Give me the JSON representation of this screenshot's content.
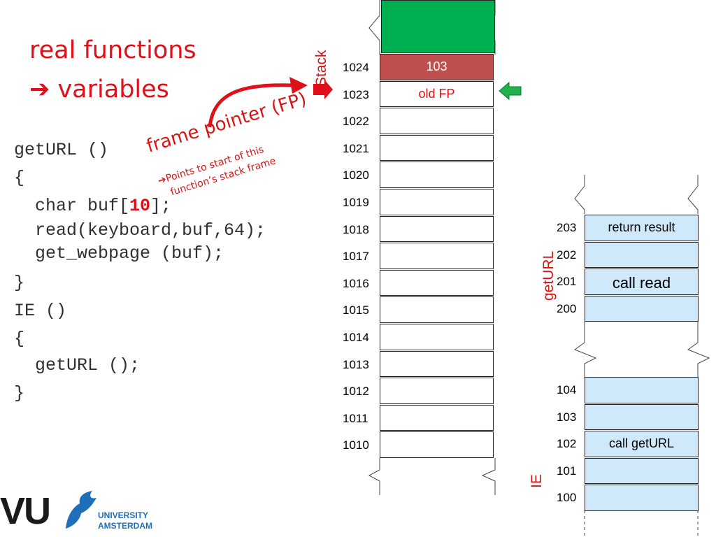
{
  "title": {
    "line1": "real functions",
    "line2": "variables"
  },
  "code": {
    "lines": [
      "getURL ()",
      "{",
      "  char buf[",
      "  read(keyboard,buf,64);",
      "  get_webpage (buf);",
      "}",
      "IE ()",
      "{",
      "  getURL ();",
      "}"
    ],
    "buf_size": "10",
    "buf_suffix": "];"
  },
  "annotation": {
    "frame_pointer": "frame pointer (FP)",
    "note_line1": "Points to start of  this",
    "note_line2": "function’s stack frame"
  },
  "stack": {
    "label": "Stack",
    "top_value": "103",
    "fp_value": "old FP",
    "addresses": [
      "1024",
      "1023",
      "1022",
      "1021",
      "1020",
      "1019",
      "1018",
      "1017",
      "1016",
      "1015",
      "1014",
      "1013",
      "1012",
      "1011",
      "1010"
    ]
  },
  "code_mem": {
    "geturl_label": "getURL",
    "ie_label": "IE",
    "geturl_rows": [
      {
        "addr": "203",
        "text": "return result"
      },
      {
        "addr": "202",
        "text": ""
      },
      {
        "addr": "201",
        "text": "call read"
      },
      {
        "addr": "200",
        "text": ""
      }
    ],
    "ie_rows": [
      {
        "addr": "104",
        "text": ""
      },
      {
        "addr": "103",
        "text": ""
      },
      {
        "addr": "102",
        "text": "call getURL"
      },
      {
        "addr": "101",
        "text": ""
      },
      {
        "addr": "100",
        "text": ""
      }
    ]
  },
  "logo": {
    "mark": "VU",
    "line1": "UNIVERSITY",
    "line2": "AMSTERDAM"
  },
  "colors": {
    "red": "#e0101a",
    "stack_top": "#c0504d",
    "green_block": "#00b050",
    "code_fill": "#cfe9fb"
  }
}
